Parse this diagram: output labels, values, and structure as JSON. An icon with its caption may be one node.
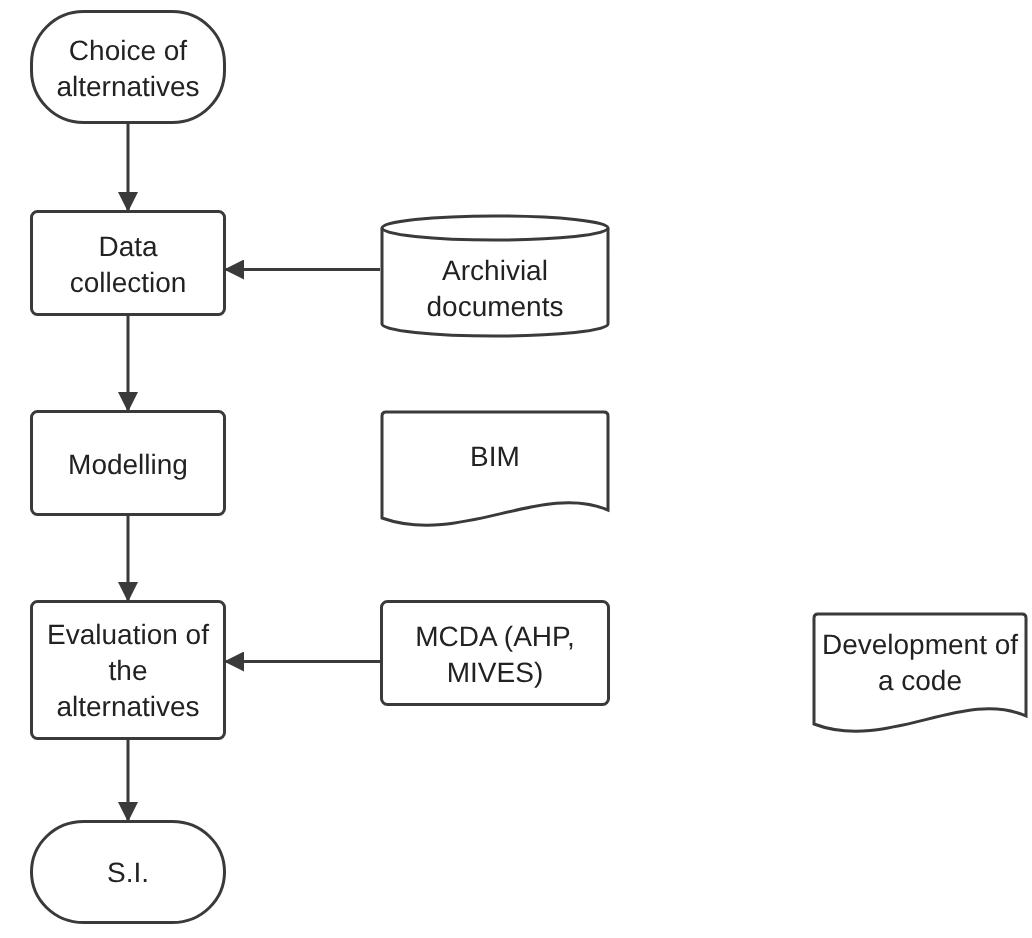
{
  "diagram": {
    "nodes": [
      {
        "text": [
          "Choice of alternatives"
        ]
      },
      {
        "text": [
          "Data collection"
        ]
      },
      {
        "text": [
          "Archivial documents"
        ]
      },
      {
        "text": [
          "Modelling"
        ]
      },
      {
        "text": [
          "BIM"
        ]
      },
      {
        "text": [
          "Evaluation of the alternatives"
        ]
      },
      {
        "text": [
          "MCDA (AHP, MIVES)"
        ]
      },
      {
        "text": [
          "Development of a code"
        ]
      },
      {
        "text": [
          "S.I."
        ]
      }
    ],
    "edges": [
      {
        "from": 0,
        "to": 1,
        "arrow": "to"
      },
      {
        "from": 2,
        "to": 1,
        "arrow": "to"
      },
      {
        "from": 1,
        "to": 3,
        "arrow": "to"
      },
      {
        "from": 3,
        "to": 5,
        "arrow": "to"
      },
      {
        "from": 6,
        "to": 5,
        "arrow": "to"
      },
      {
        "from": 5,
        "to": 8,
        "arrow": "to"
      }
    ]
  }
}
